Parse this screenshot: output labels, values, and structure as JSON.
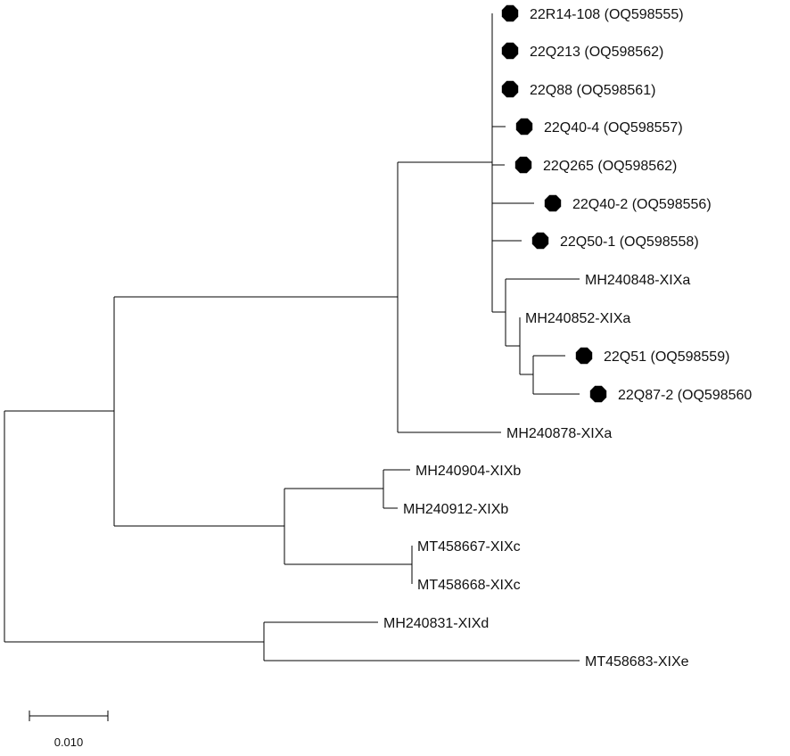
{
  "tree": {
    "marker_color": "#000000",
    "line_color": "#000000",
    "leaves": [
      {
        "label": "22R14-108 (OQ598555)",
        "marked": true
      },
      {
        "label": "22Q213 (OQ598562)",
        "marked": true
      },
      {
        "label": "22Q88 (OQ598561)",
        "marked": true
      },
      {
        "label": "22Q40-4 (OQ598557)",
        "marked": true
      },
      {
        "label": "22Q265 (OQ598562)",
        "marked": true
      },
      {
        "label": "22Q40-2 (OQ598556)",
        "marked": true
      },
      {
        "label": "22Q50-1 (OQ598558)",
        "marked": true
      },
      {
        "label": "MH240848-XIXa",
        "marked": false
      },
      {
        "label": "MH240852-XIXa",
        "marked": false
      },
      {
        "label": "22Q51 (OQ598559)",
        "marked": true
      },
      {
        "label": "22Q87-2 (OQ598560",
        "marked": true
      },
      {
        "label": "MH240878-XIXa",
        "marked": false
      },
      {
        "label": "MH240904-XIXb",
        "marked": false
      },
      {
        "label": "MH240912-XIXb",
        "marked": false
      },
      {
        "label": "MT458667-XIXc",
        "marked": false
      },
      {
        "label": "MT458668-XIXc",
        "marked": false
      },
      {
        "label": "MH240831-XIXd",
        "marked": false
      },
      {
        "label": "MT458683-XIXe",
        "marked": false
      }
    ]
  },
  "scale_bar": {
    "label": "0.010",
    "length": 0.01
  }
}
